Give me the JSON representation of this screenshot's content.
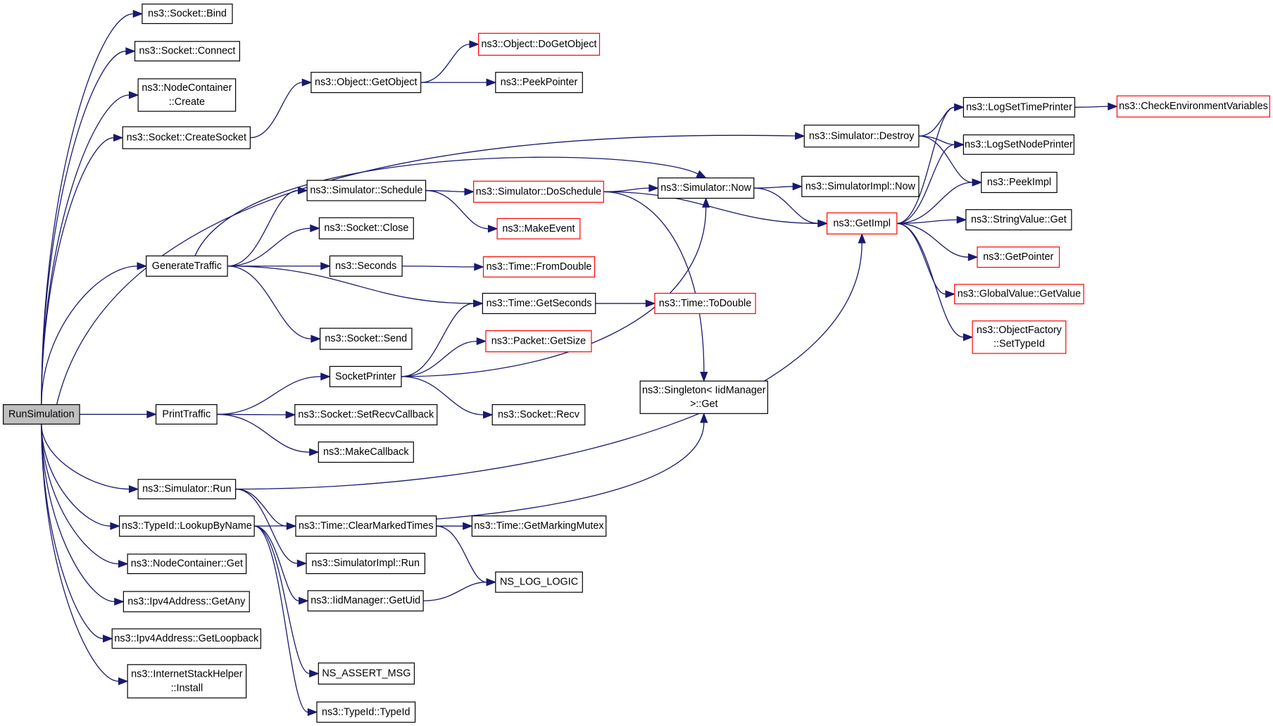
{
  "colors": {
    "edge": "#191970",
    "border_default": "#000000",
    "border_truncated": "#ff0000",
    "root_fill": "#bfbfbf",
    "background": "#ffffff"
  },
  "nodes": [
    {
      "id": "run_simulation",
      "lines": [
        "RunSimulation"
      ],
      "style": "root"
    },
    {
      "id": "socket_bind",
      "lines": [
        "ns3::Socket::Bind"
      ],
      "style": "normal"
    },
    {
      "id": "socket_connect",
      "lines": [
        "ns3::Socket::Connect"
      ],
      "style": "normal"
    },
    {
      "id": "nodecontainer_create",
      "lines": [
        "ns3::NodeContainer",
        "::Create"
      ],
      "style": "normal"
    },
    {
      "id": "socket_createsocket",
      "lines": [
        "ns3::Socket::CreateSocket"
      ],
      "style": "normal"
    },
    {
      "id": "generate_traffic",
      "lines": [
        "GenerateTraffic"
      ],
      "style": "normal"
    },
    {
      "id": "print_traffic",
      "lines": [
        "PrintTraffic"
      ],
      "style": "normal"
    },
    {
      "id": "simulator_run",
      "lines": [
        "ns3::Simulator::Run"
      ],
      "style": "normal"
    },
    {
      "id": "typeid_lookupbyname",
      "lines": [
        "ns3::TypeId::LookupByName"
      ],
      "style": "normal"
    },
    {
      "id": "nodecontainer_get",
      "lines": [
        "ns3::NodeContainer::Get"
      ],
      "style": "normal"
    },
    {
      "id": "ipv4address_getany",
      "lines": [
        "ns3::Ipv4Address::GetAny"
      ],
      "style": "normal"
    },
    {
      "id": "ipv4address_getloopback",
      "lines": [
        "ns3::Ipv4Address::GetLoopback"
      ],
      "style": "normal"
    },
    {
      "id": "internetstackhelper_install",
      "lines": [
        "ns3::InternetStackHelper",
        "::Install"
      ],
      "style": "normal"
    },
    {
      "id": "object_getobject",
      "lines": [
        "ns3::Object::GetObject"
      ],
      "style": "normal"
    },
    {
      "id": "object_dogetobject",
      "lines": [
        "ns3::Object::DoGetObject"
      ],
      "style": "red"
    },
    {
      "id": "peekpointer",
      "lines": [
        "ns3::PeekPointer"
      ],
      "style": "normal"
    },
    {
      "id": "simulator_schedule",
      "lines": [
        "ns3::Simulator::Schedule"
      ],
      "style": "normal"
    },
    {
      "id": "socket_close",
      "lines": [
        "ns3::Socket::Close"
      ],
      "style": "normal"
    },
    {
      "id": "seconds",
      "lines": [
        "ns3::Seconds"
      ],
      "style": "normal"
    },
    {
      "id": "socket_send",
      "lines": [
        "ns3::Socket::Send"
      ],
      "style": "normal"
    },
    {
      "id": "socket_printer",
      "lines": [
        "SocketPrinter"
      ],
      "style": "normal"
    },
    {
      "id": "socket_setrecvcallback",
      "lines": [
        "ns3::Socket::SetRecvCallback"
      ],
      "style": "normal"
    },
    {
      "id": "makecallback",
      "lines": [
        "ns3::MakeCallback"
      ],
      "style": "normal"
    },
    {
      "id": "time_clearmarkedtimes",
      "lines": [
        "ns3::Time::ClearMarkedTimes"
      ],
      "style": "normal"
    },
    {
      "id": "simulatorimpl_run",
      "lines": [
        "ns3::SimulatorImpl::Run"
      ],
      "style": "normal"
    },
    {
      "id": "iidmanager_getuid",
      "lines": [
        "ns3::IidManager::GetUid"
      ],
      "style": "normal"
    },
    {
      "id": "ns_assert_msg",
      "lines": [
        "NS_ASSERT_MSG"
      ],
      "style": "normal"
    },
    {
      "id": "typeid_typeid",
      "lines": [
        "ns3::TypeId::TypeId"
      ],
      "style": "normal"
    },
    {
      "id": "simulator_doschedule",
      "lines": [
        "ns3::Simulator::DoSchedule"
      ],
      "style": "red"
    },
    {
      "id": "makeevent",
      "lines": [
        "ns3::MakeEvent"
      ],
      "style": "red"
    },
    {
      "id": "time_fromdouble",
      "lines": [
        "ns3::Time::FromDouble"
      ],
      "style": "red"
    },
    {
      "id": "time_getseconds",
      "lines": [
        "ns3::Time::GetSeconds"
      ],
      "style": "normal"
    },
    {
      "id": "packet_getsize",
      "lines": [
        "ns3::Packet::GetSize"
      ],
      "style": "red"
    },
    {
      "id": "socket_recv",
      "lines": [
        "ns3::Socket::Recv"
      ],
      "style": "normal"
    },
    {
      "id": "time_getmarkingmutex",
      "lines": [
        "ns3::Time::GetMarkingMutex"
      ],
      "style": "normal"
    },
    {
      "id": "ns_log_logic",
      "lines": [
        "NS_LOG_LOGIC"
      ],
      "style": "normal"
    },
    {
      "id": "simulator_now",
      "lines": [
        "ns3::Simulator::Now"
      ],
      "style": "normal"
    },
    {
      "id": "time_todouble",
      "lines": [
        "ns3::Time::ToDouble"
      ],
      "style": "red"
    },
    {
      "id": "singleton_get",
      "lines": [
        "ns3::Singleton< IidManager",
        " >::Get"
      ],
      "style": "normal"
    },
    {
      "id": "simulator_destroy",
      "lines": [
        "ns3::Simulator::Destroy"
      ],
      "style": "normal"
    },
    {
      "id": "simulatorimpl_now",
      "lines": [
        "ns3::SimulatorImpl::Now"
      ],
      "style": "normal"
    },
    {
      "id": "getimpl",
      "lines": [
        "ns3::GetImpl"
      ],
      "style": "red"
    },
    {
      "id": "logsettimeprinter",
      "lines": [
        "ns3::LogSetTimePrinter"
      ],
      "style": "normal"
    },
    {
      "id": "logsetnodeprinter",
      "lines": [
        "ns3::LogSetNodePrinter"
      ],
      "style": "normal"
    },
    {
      "id": "peekimpl",
      "lines": [
        "ns3::PeekImpl"
      ],
      "style": "normal"
    },
    {
      "id": "stringvalue_get",
      "lines": [
        "ns3::StringValue::Get"
      ],
      "style": "normal"
    },
    {
      "id": "getpointer",
      "lines": [
        "ns3::GetPointer"
      ],
      "style": "red"
    },
    {
      "id": "globalvalue_getvalue",
      "lines": [
        "ns3::GlobalValue::GetValue"
      ],
      "style": "red"
    },
    {
      "id": "objectfactory_settypeid",
      "lines": [
        "ns3::ObjectFactory",
        "::SetTypeId"
      ],
      "style": "red"
    },
    {
      "id": "checkenvironmentvariables",
      "lines": [
        "ns3::CheckEnvironmentVariables"
      ],
      "style": "red"
    }
  ],
  "edges": [
    [
      "run_simulation",
      "socket_bind"
    ],
    [
      "run_simulation",
      "socket_connect"
    ],
    [
      "run_simulation",
      "nodecontainer_create"
    ],
    [
      "run_simulation",
      "socket_createsocket"
    ],
    [
      "run_simulation",
      "simulator_destroy"
    ],
    [
      "run_simulation",
      "generate_traffic"
    ],
    [
      "run_simulation",
      "print_traffic"
    ],
    [
      "run_simulation",
      "simulator_run"
    ],
    [
      "run_simulation",
      "typeid_lookupbyname"
    ],
    [
      "run_simulation",
      "nodecontainer_get"
    ],
    [
      "run_simulation",
      "ipv4address_getany"
    ],
    [
      "run_simulation",
      "ipv4address_getloopback"
    ],
    [
      "run_simulation",
      "internetstackhelper_install"
    ],
    [
      "socket_createsocket",
      "object_getobject"
    ],
    [
      "object_getobject",
      "object_dogetobject"
    ],
    [
      "object_getobject",
      "peekpointer"
    ],
    [
      "generate_traffic",
      "simulator_now"
    ],
    [
      "generate_traffic",
      "simulator_schedule"
    ],
    [
      "generate_traffic",
      "socket_close"
    ],
    [
      "generate_traffic",
      "seconds"
    ],
    [
      "generate_traffic",
      "time_getseconds"
    ],
    [
      "generate_traffic",
      "socket_send"
    ],
    [
      "simulator_schedule",
      "simulator_doschedule"
    ],
    [
      "simulator_schedule",
      "makeevent"
    ],
    [
      "seconds",
      "time_fromdouble"
    ],
    [
      "print_traffic",
      "socket_printer"
    ],
    [
      "print_traffic",
      "socket_setrecvcallback"
    ],
    [
      "print_traffic",
      "makecallback"
    ],
    [
      "socket_printer",
      "time_getseconds"
    ],
    [
      "socket_printer",
      "packet_getsize"
    ],
    [
      "socket_printer",
      "socket_recv"
    ],
    [
      "socket_printer",
      "simulator_now"
    ],
    [
      "time_getseconds",
      "time_todouble"
    ],
    [
      "simulator_run",
      "time_clearmarkedtimes"
    ],
    [
      "simulator_run",
      "simulatorimpl_run"
    ],
    [
      "simulator_run",
      "getimpl"
    ],
    [
      "typeid_lookupbyname",
      "iidmanager_getuid"
    ],
    [
      "typeid_lookupbyname",
      "singleton_get"
    ],
    [
      "typeid_lookupbyname",
      "ns_assert_msg"
    ],
    [
      "typeid_lookupbyname",
      "typeid_typeid"
    ],
    [
      "time_clearmarkedtimes",
      "time_getmarkingmutex"
    ],
    [
      "time_clearmarkedtimes",
      "ns_log_logic"
    ],
    [
      "iidmanager_getuid",
      "ns_log_logic"
    ],
    [
      "simulator_doschedule",
      "simulator_now"
    ],
    [
      "simulator_doschedule",
      "getimpl"
    ],
    [
      "simulator_doschedule",
      "singleton_get"
    ],
    [
      "simulator_now",
      "simulatorimpl_now"
    ],
    [
      "simulator_now",
      "getimpl"
    ],
    [
      "simulator_destroy",
      "logsettimeprinter"
    ],
    [
      "simulator_destroy",
      "logsetnodeprinter"
    ],
    [
      "simulator_destroy",
      "peekimpl"
    ],
    [
      "getimpl",
      "logsettimeprinter"
    ],
    [
      "getimpl",
      "logsetnodeprinter"
    ],
    [
      "getimpl",
      "peekimpl"
    ],
    [
      "getimpl",
      "stringvalue_get"
    ],
    [
      "getimpl",
      "getpointer"
    ],
    [
      "getimpl",
      "globalvalue_getvalue"
    ],
    [
      "getimpl",
      "objectfactory_settypeid"
    ],
    [
      "logsettimeprinter",
      "checkenvironmentvariables"
    ]
  ]
}
